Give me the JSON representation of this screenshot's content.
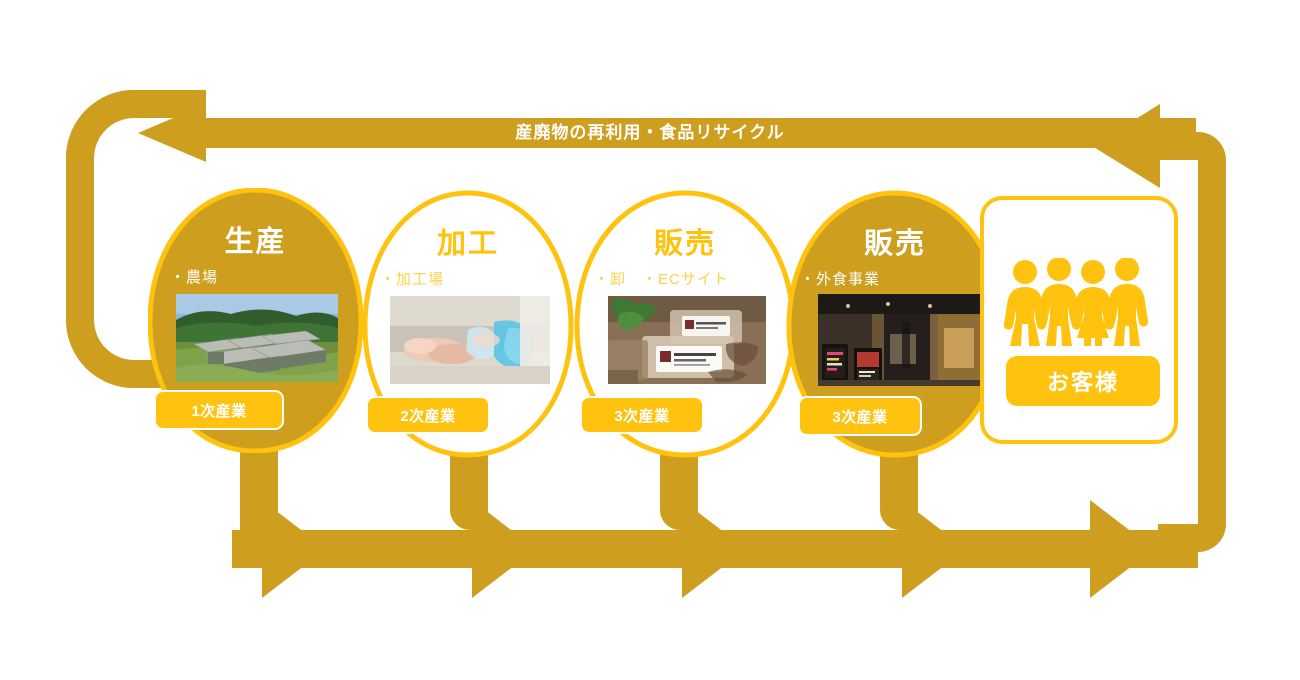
{
  "colors": {
    "dark_gold": "#CE9E1E",
    "bright_yellow": "#FFC20E",
    "light_yellow": "#FFD24D",
    "white": "#FFFFFF"
  },
  "banner": {
    "label": "産廃物の再利用・食品リサイクル"
  },
  "stages": [
    {
      "title": "生産",
      "subtitle": "・農場",
      "badge": "1次産業",
      "style": "fill",
      "photo": "farm-barns-photo"
    },
    {
      "title": "加工",
      "subtitle": "・加工場",
      "badge": "2次産業",
      "style": "outline",
      "photo": "processing-plant-photo"
    },
    {
      "title": "販売",
      "subtitle": "・卸　・ECサイト",
      "badge": "3次産業",
      "style": "outline",
      "photo": "packaged-products-photo"
    },
    {
      "title": "販売",
      "subtitle": "・外食事業",
      "badge": "3次産業",
      "style": "fill",
      "photo": "restaurant-storefront-photo"
    }
  ],
  "customer": {
    "label": "お客様",
    "icon": "four-people-icon"
  }
}
